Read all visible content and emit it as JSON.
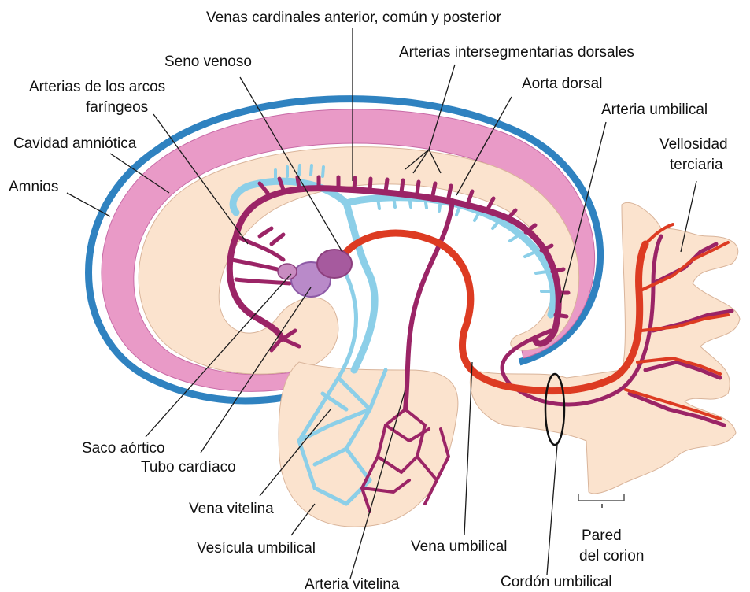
{
  "labels": {
    "venas_cardinales": "Venas cardinales anterior, común y posterior",
    "arterias_intersegmentarias": "Arterias intersegmentarias dorsales",
    "seno_venoso": "Seno venoso",
    "aorta_dorsal": "Aorta dorsal",
    "arterias_arcos_1": "Arterias de los arcos",
    "arterias_arcos_2": "faríngeos",
    "arteria_umbilical": "Arteria umbilical",
    "cavidad_amniotica": "Cavidad amniótica",
    "vellosidad_1": "Vellosidad",
    "vellosidad_2": "terciaria",
    "amnios": "Amnios",
    "saco_aortico": "Saco aórtico",
    "tubo_cardiaco": "Tubo cardíaco",
    "vena_vitelina": "Vena vitelina",
    "vesicula_umbilical": "Vesícula umbilical",
    "vena_umbilical": "Vena umbilical",
    "pared_1": "Pared",
    "pared_2": "del corion",
    "arteria_vitelina": "Arteria vitelina",
    "cordon_umbilical": "Cordón umbilical"
  },
  "colors": {
    "amnion_outer": "#2f82c0",
    "amniotic_cavity": "#e99ac7",
    "embryo_tissue": "#fbe3ce",
    "vein_blue": "#8ccfe8",
    "artery_purple": "#9b2466",
    "umbilical_vein_red": "#dd3b22",
    "heart": "#b98ac9"
  }
}
